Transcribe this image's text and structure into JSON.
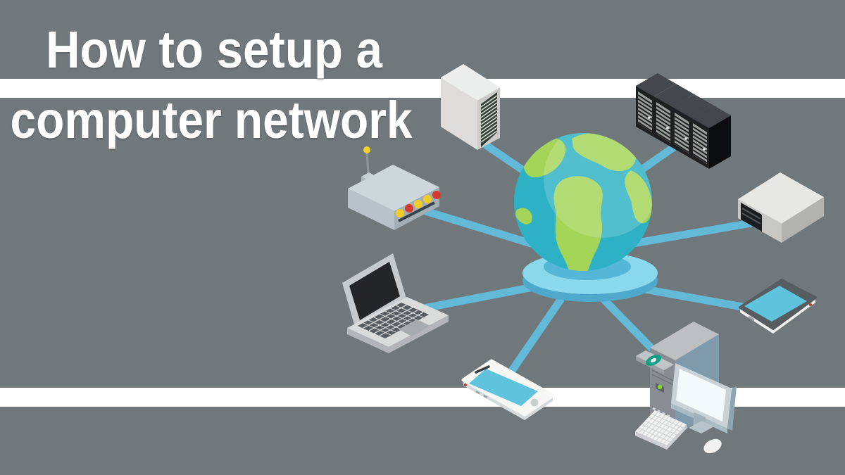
{
  "title": {
    "line1": "How to setup a",
    "line2": "computer network"
  },
  "colors": {
    "background": "#71787b",
    "stripe": "#ffffff",
    "title_text": "#ffffff",
    "connection_line": "#62b9d8",
    "globe_ocean": "#2eb1c5",
    "globe_land": "#a4d558",
    "pedestal_top": "#8bdaeb",
    "pedestal_side": "#4fa9cc",
    "device_screen": "#5fc3de",
    "led_yellow": "#f3cb2b",
    "led_red": "#d63a2f",
    "led_green": "#8bd133"
  },
  "illustration": {
    "hub": "globe",
    "connection_count": 8,
    "devices": [
      "tower-server",
      "server-rack",
      "wireless-router",
      "network-switch",
      "laptop",
      "smartphone",
      "tablet",
      "desktop-computer"
    ]
  }
}
